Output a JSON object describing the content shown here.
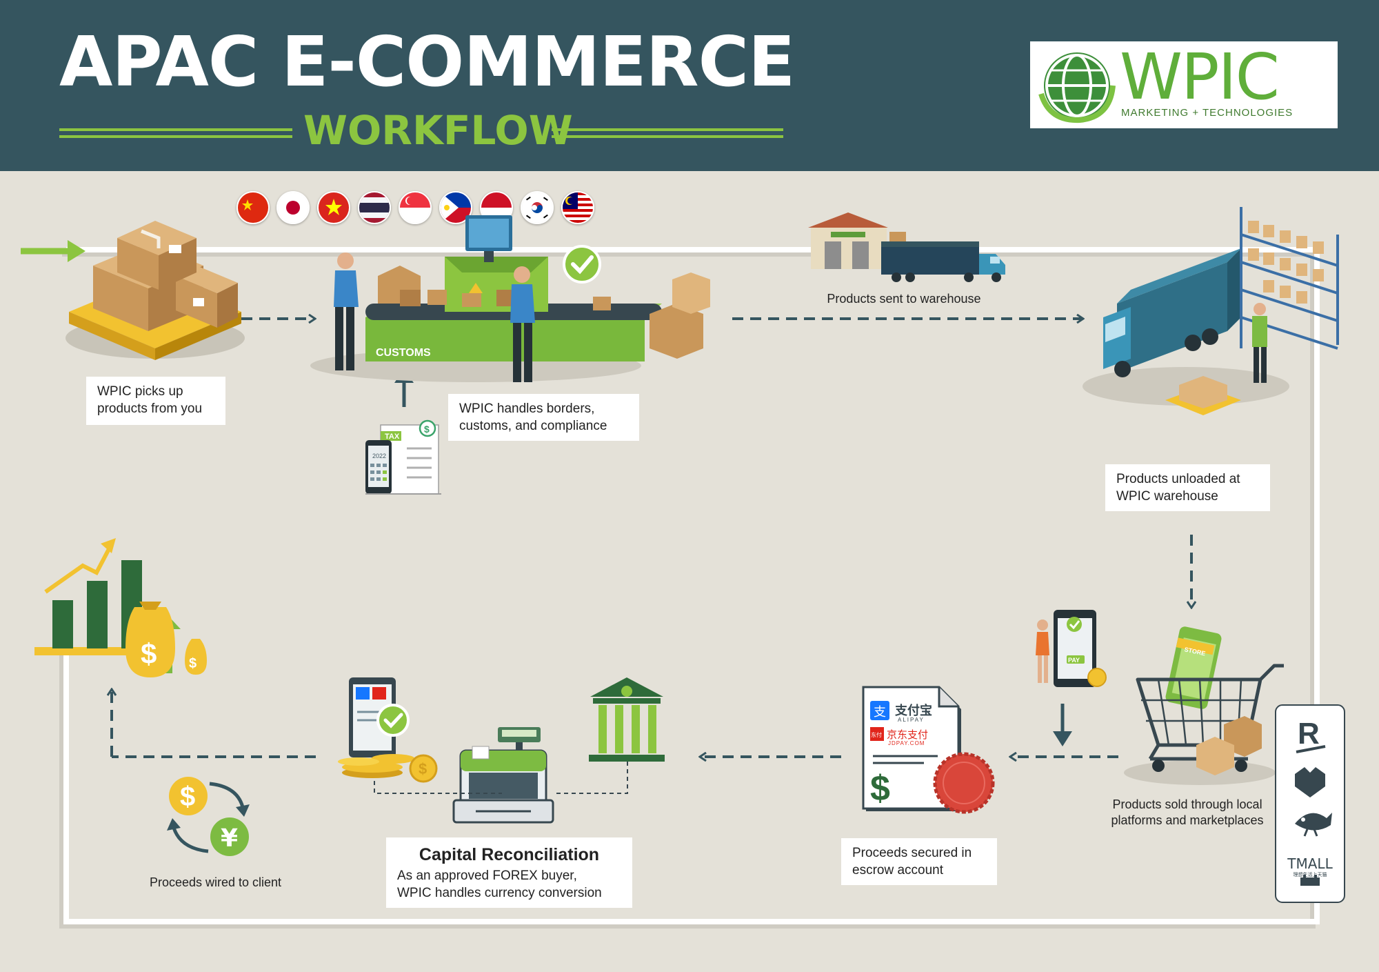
{
  "header": {
    "title": "APAC E-COMMERCE",
    "subtitle": "WORKFLOW",
    "logo_text": "WPIC",
    "logo_subtitle": "MARKETING + TECHNOLOGIES"
  },
  "flags": [
    "china-flag",
    "japan-flag",
    "vietnam-flag",
    "thailand-flag",
    "singapore-flag",
    "philippines-flag",
    "indonesia-flag",
    "south-korea-flag",
    "malaysia-flag"
  ],
  "steps": {
    "pickup": [
      "WPIC picks up",
      "products from you"
    ],
    "customs": [
      "WPIC handles borders,",
      "customs, and compliance"
    ],
    "customs_banner": "CUSTOMS",
    "tax_label": "TAX",
    "tax_year": "2022",
    "warehouse_sent": "Products sent to warehouse",
    "unloaded": [
      "Products unloaded at",
      "WPIC warehouse"
    ],
    "sold": [
      "Products sold through local",
      "platforms and marketplaces"
    ],
    "pay_label": "PAY",
    "store_label": "STORE",
    "escrow": [
      "Proceeds secured in",
      "escrow account"
    ],
    "capital_title": "Capital Reconciliation",
    "capital_text": [
      "As an approved FOREX buyer,",
      "WPIC handles currency conversion"
    ],
    "wired": "Proceeds wired to client"
  },
  "escrow_doc": {
    "alipay_cn": "支付宝",
    "alipay_en": "ALIPAY",
    "jdpay_cn": "京东支付",
    "jdpay_en": "JDPAY.COM"
  },
  "marketplaces": {
    "tmall_label": "TMALL",
    "tmall_sub": "理想生活上天猫",
    "icons": [
      "rakuten-icon",
      "shopee-icon",
      "jd-icon",
      "tmall-icon"
    ]
  },
  "colors": {
    "header": "#35555f",
    "accent_green": "#8cc540",
    "dark_green": "#2e6b3a",
    "background": "#e4e1d8",
    "arrow": "#35555f"
  }
}
